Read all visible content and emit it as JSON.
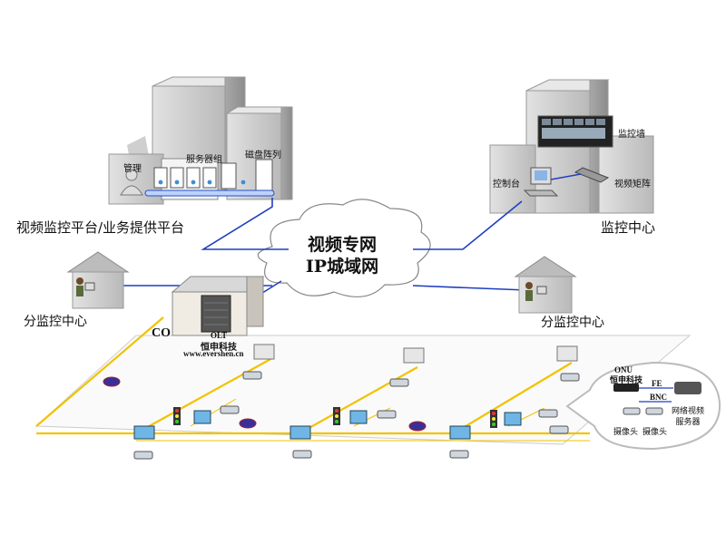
{
  "cloud": {
    "line1": "视频专网",
    "line2": "IP城域网"
  },
  "platform": {
    "title": "视频监控平台/业务提供平台",
    "manage": "管理",
    "server_group": "服务器组",
    "disk_array": "磁盘阵列"
  },
  "monitor_center": {
    "title": "监控中心",
    "wall": "监控墙",
    "console": "控制台",
    "matrix": "视频矩阵"
  },
  "branch_left": "分监控中心",
  "branch_right": "分监控中心",
  "co": "CO",
  "olt": {
    "label": "OLT",
    "brand": "恒申科技",
    "url": "www.evershen.cn"
  },
  "callout": {
    "onu": "ONU",
    "brand": "恒申科技",
    "fe": "FE",
    "bnc": "BNC",
    "camera1": "摄像头",
    "camera2": "摄像头",
    "server_line1": "网络视频",
    "server_line2": "服务器"
  },
  "colors": {
    "ip_link": "#1f3fbf",
    "fiber": "#f2c200",
    "building": "#c8c8c8"
  }
}
